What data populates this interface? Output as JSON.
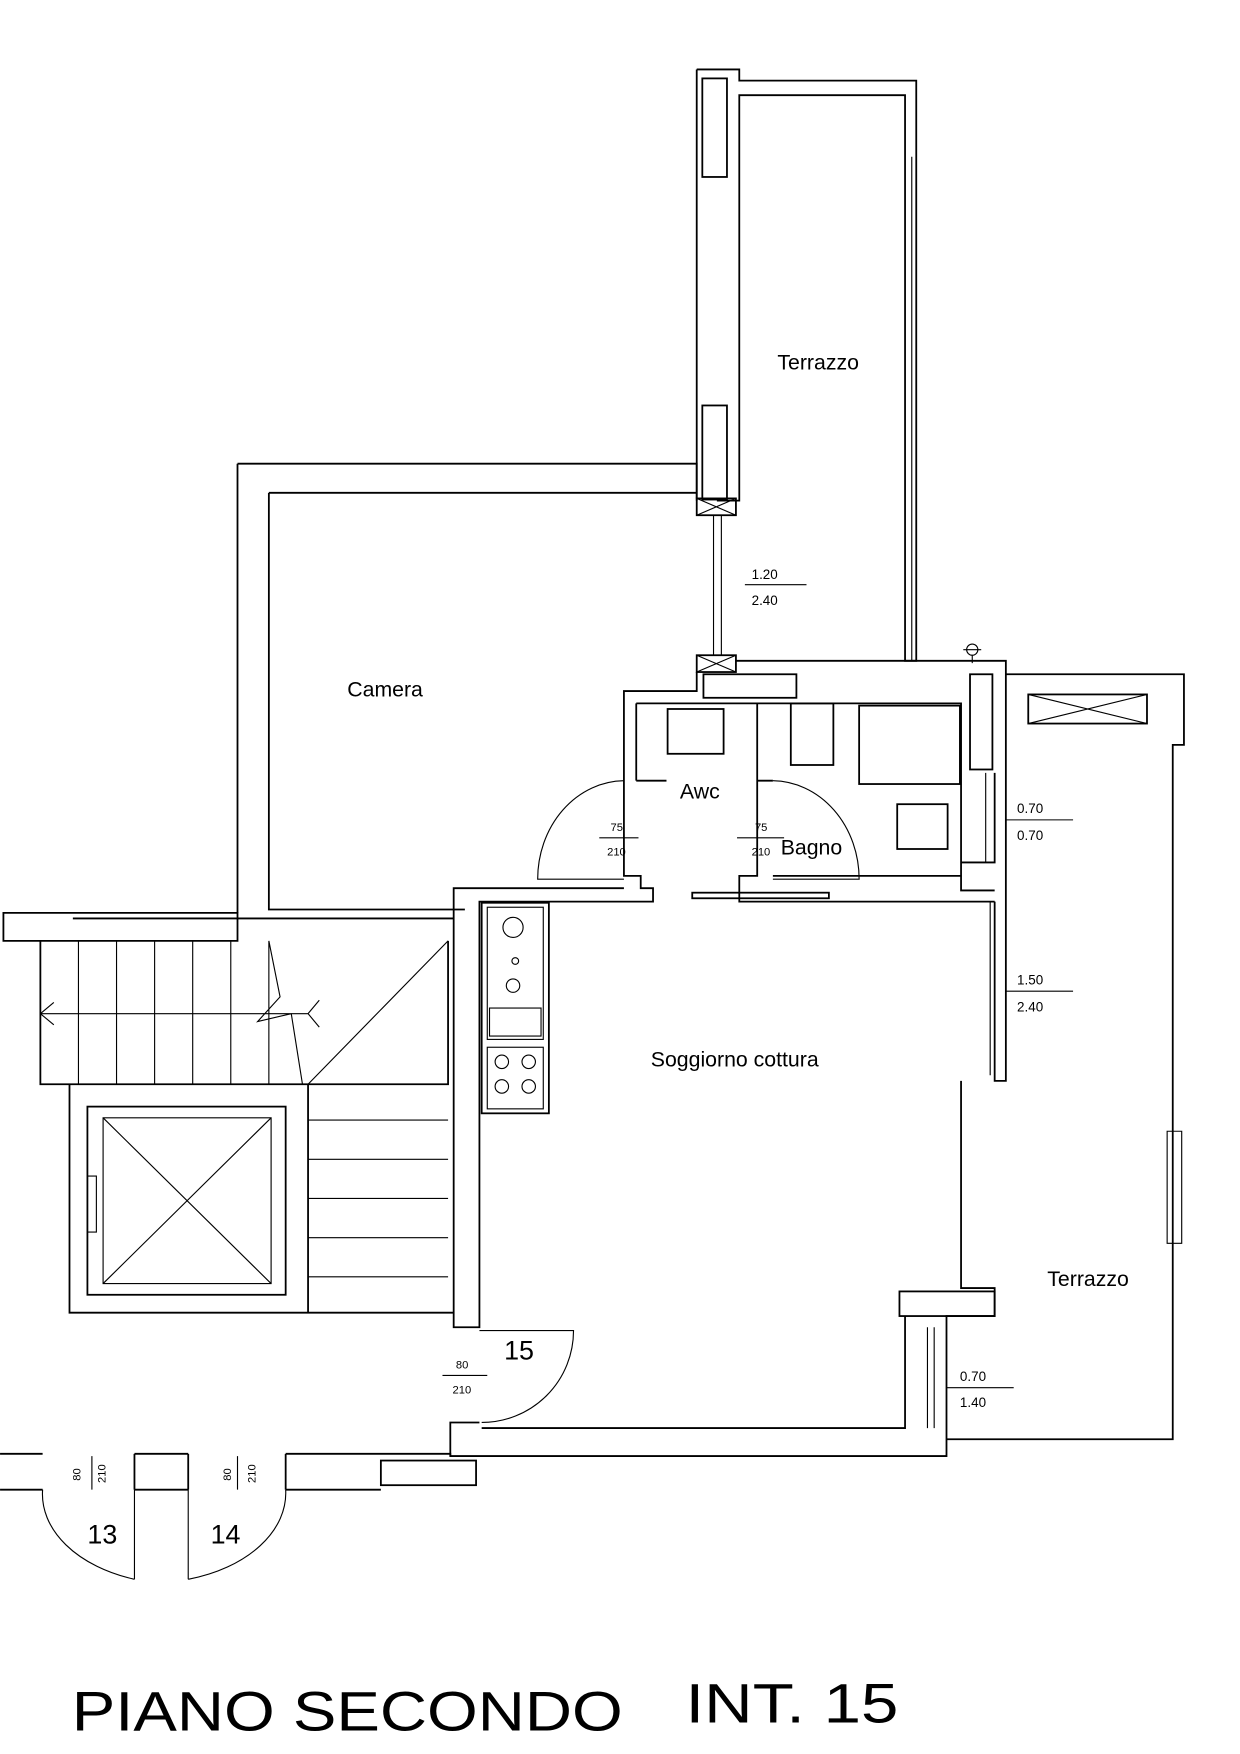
{
  "rooms": {
    "terrazzo_top": "Terrazzo",
    "camera": "Camera",
    "awc": "Awc",
    "bagno": "Bagno",
    "soggiorno": "Soggiorno cottura",
    "terrazzo_right": "Terrazzo"
  },
  "windows": [
    {
      "top": "1.20",
      "bottom": "2.40"
    },
    {
      "top": "0.70",
      "bottom": "0.70"
    },
    {
      "top": "1.50",
      "bottom": "2.40"
    },
    {
      "top": "0.70",
      "bottom": "1.40"
    }
  ],
  "doors": [
    {
      "top": "75",
      "bottom": "210"
    },
    {
      "top": "75",
      "bottom": "210"
    },
    {
      "top": "80",
      "bottom": "210"
    },
    {
      "top": "80",
      "bottom": "210"
    },
    {
      "top": "80",
      "bottom": "210"
    }
  ],
  "units": {
    "current": "15",
    "left": "13",
    "middle": "14"
  },
  "title": {
    "floor": "PIANO SECONDO",
    "unit": "INT. 15"
  }
}
